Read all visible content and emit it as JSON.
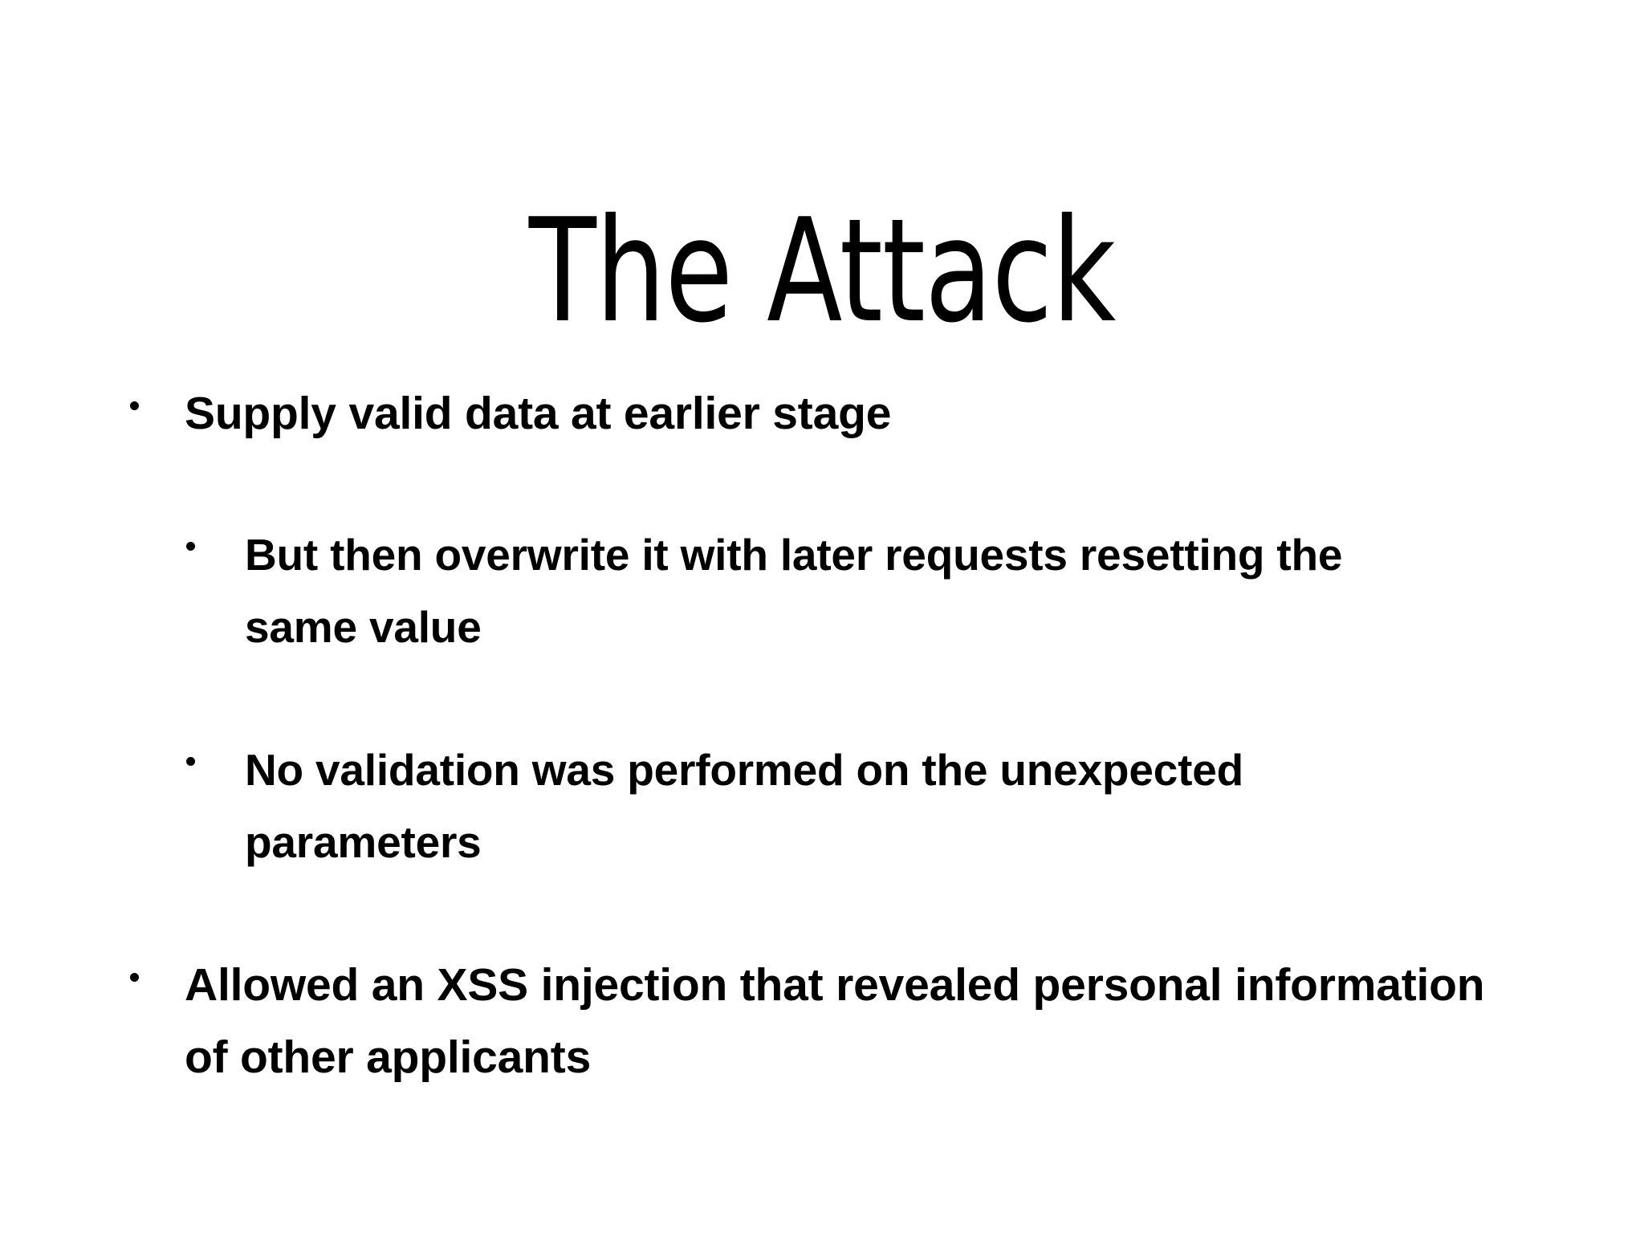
{
  "slide": {
    "title": "The Attack",
    "background_color": "#ffffff",
    "text_color": "#000000",
    "bullet_marker": "round-dot",
    "content": [
      {
        "level": 1,
        "text": "Supply valid data at earlier stage"
      },
      {
        "level": 2,
        "text": "But then overwrite it with later requests resetting the same value"
      },
      {
        "level": 2,
        "text": "No validation was performed on the unexpected parameters"
      },
      {
        "level": 1,
        "text": "Allowed an XSS injection that revealed personal information of other applicants"
      }
    ]
  }
}
